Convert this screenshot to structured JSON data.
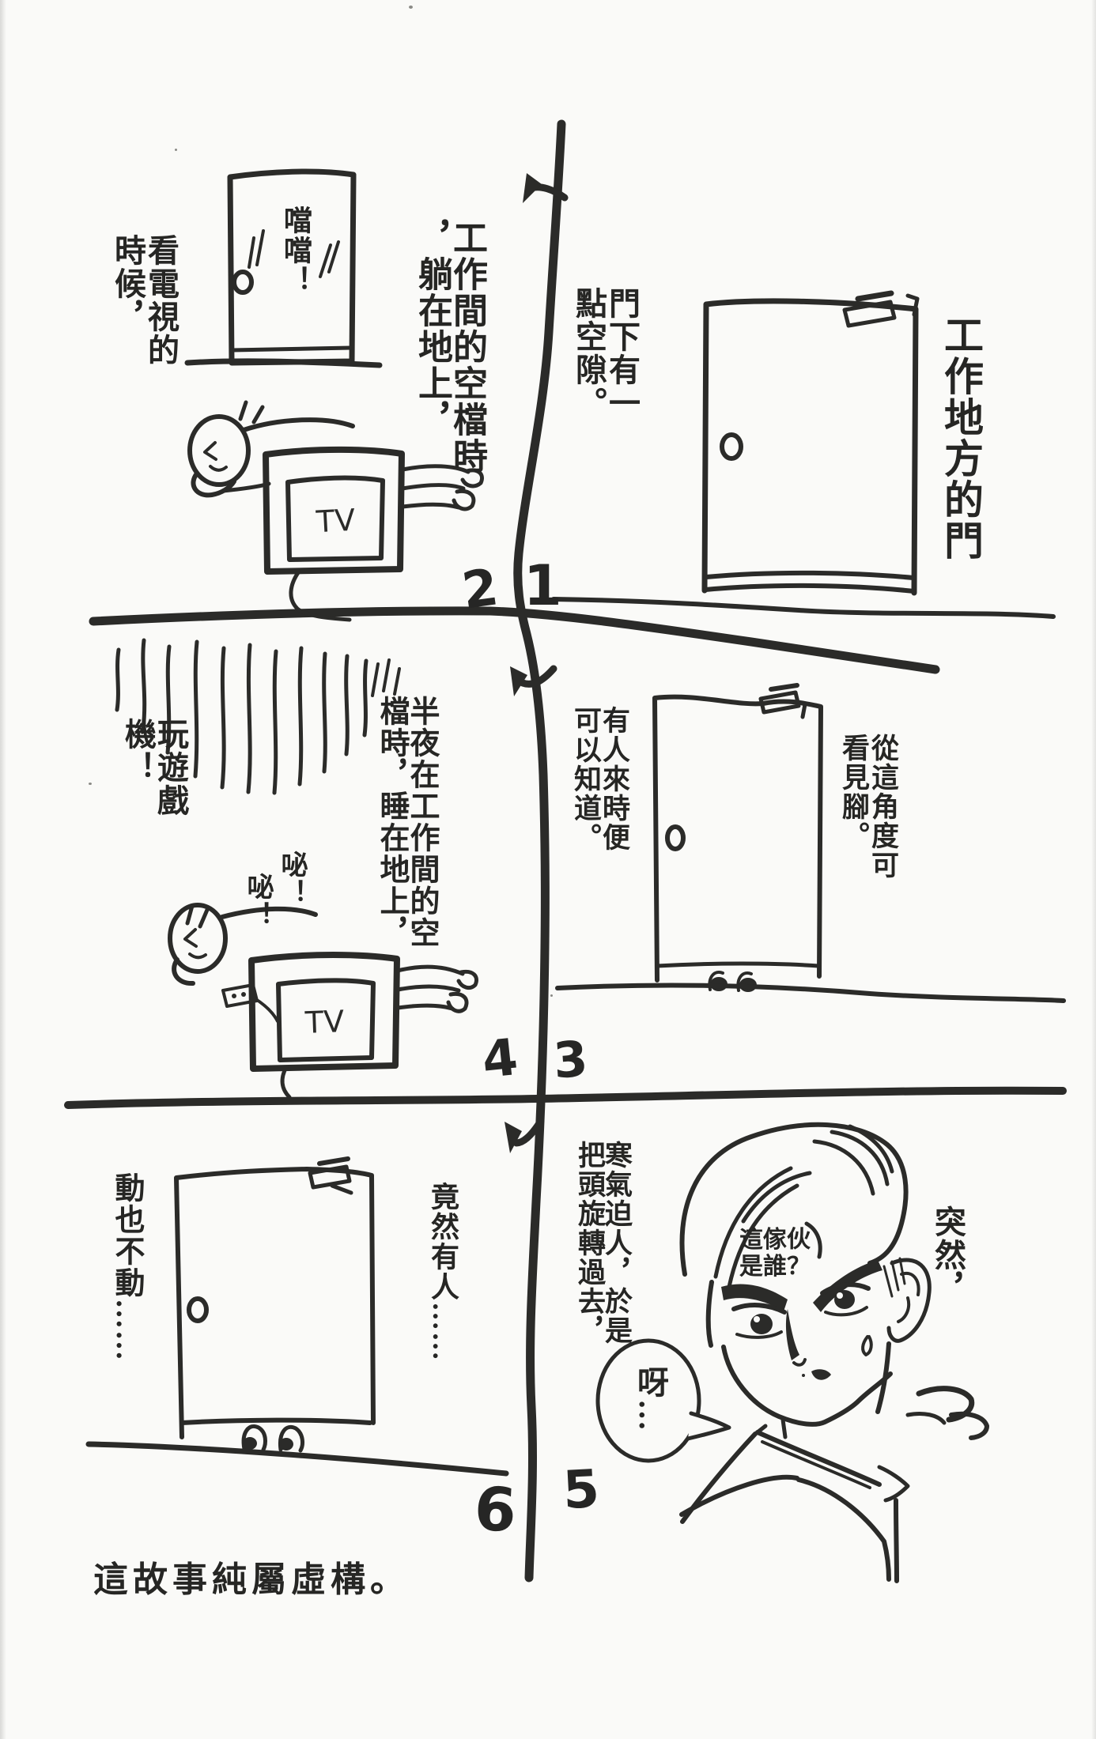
{
  "page": {
    "caption": "這故事純屬虛構。",
    "ink_color": "#2b2b29",
    "paper_color": "#fafaf8"
  },
  "panels": {
    "p1": {
      "number": "1",
      "caption_right": "工作地方的門",
      "caption_left": "門下有一\n點空隙。"
    },
    "p2": {
      "number": "2",
      "caption_right": "工作間的空檔時\n，躺在地上，",
      "caption_left": "看電視的\n時候，",
      "sfx": "噹噹！",
      "tv_label": "TV"
    },
    "p3": {
      "number": "3",
      "caption_right": "從這角度可\n看見腳。",
      "caption_left": "有人來時便\n可以知道。"
    },
    "p4": {
      "number": "4",
      "caption_right": "半夜在工作間的空\n檔時，睡在地上，",
      "caption_left": "玩遊戲\n機！",
      "sfx_1": "咇！",
      "sfx_2": "咇！",
      "tv_label": "TV"
    },
    "p5": {
      "number": "5",
      "caption_right": "突然，",
      "caption_mid": "寒氣迫人，於是\n把頭旋轉過去，",
      "inner_thought": "這傢伙\n是誰？",
      "speech": "呀…"
    },
    "p6": {
      "number": "6",
      "caption_right": "竟然有人……",
      "caption_left": "動也不動……"
    }
  }
}
